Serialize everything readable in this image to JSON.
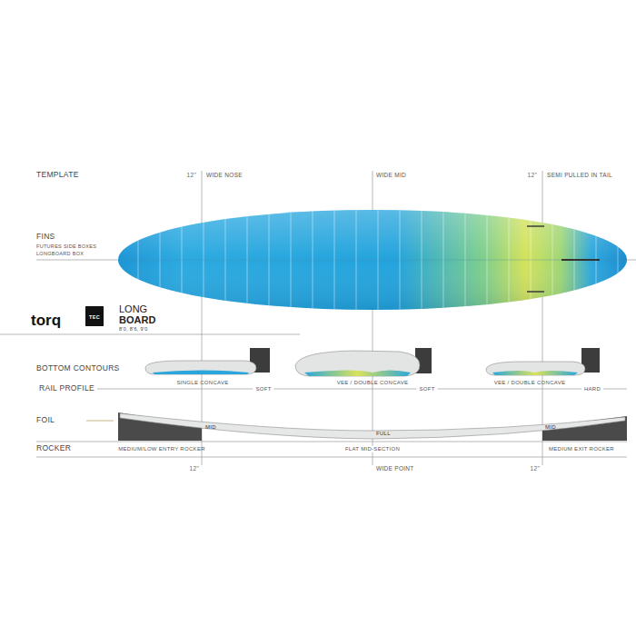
{
  "diagram": {
    "labels": [
      "TEMPLATE",
      "12\"",
      "WIDE NOSE",
      "WIDE MID",
      "12\"",
      "SEMI PULLED IN TAIL",
      "FINS",
      "FUTURES SIDE BOXES",
      "LONGBOARD BOX",
      "torq",
      "TEC",
      "LONG",
      "BOARD",
      "8'0, 8'6, 9'0",
      "BOTTOM CONTOURS",
      "RAIL PROFILE",
      "SINGLE CONCAVE",
      "SOFT",
      "VEE / DOUBLE CONCAVE",
      "SOFT",
      "VEE / DOUBLE CONCAVE",
      "HARD",
      "FOIL",
      "MID",
      "FULL",
      "MID",
      "ROCKER",
      "MEDIUM/LOW ENTRY ROCKER",
      "FLAT MID-SECTION",
      "MEDIUM EXIT ROCKER",
      "12\"",
      "WIDE POINT",
      "12\""
    ]
  }
}
